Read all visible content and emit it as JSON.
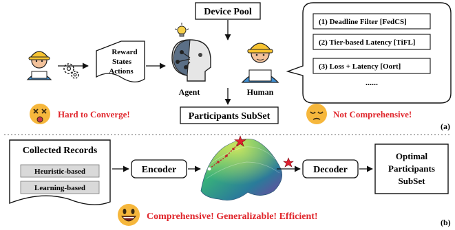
{
  "top": {
    "device_pool": "Device Pool",
    "reward_box": [
      "Reward",
      "States",
      "Actions"
    ],
    "agent_label": "Agent",
    "human_label": "Human",
    "participants_subset": "Participants SubSet",
    "hard_to_converge": "Hard to Converge!",
    "not_comprehensive": "Not Comprehensive!",
    "panel_label": "(a)",
    "methods": [
      "(1)  Deadline Filter [FedCS]",
      "(2)  Tier-based Latency [TiFL]",
      "(3)  Loss + Latency [Oort]"
    ],
    "ellipsis": "......"
  },
  "bottom": {
    "collected_records": "Collected Records",
    "heuristic": "Heuristic-based",
    "learning": "Learning-based",
    "encoder": "Encoder",
    "decoder": "Decoder",
    "optimal": [
      "Optimal",
      "Participants",
      "SubSet"
    ],
    "slogan": "Comprehensive! Generalizable! Efficient!",
    "panel_label": "(b)"
  },
  "colors": {
    "red_text": "#e0262c",
    "emoji_yellow": "#f6b73c",
    "star_red": "#e01e2e",
    "helmet_yellow": "#f7c331",
    "gray_box": "#d9d9d9"
  }
}
